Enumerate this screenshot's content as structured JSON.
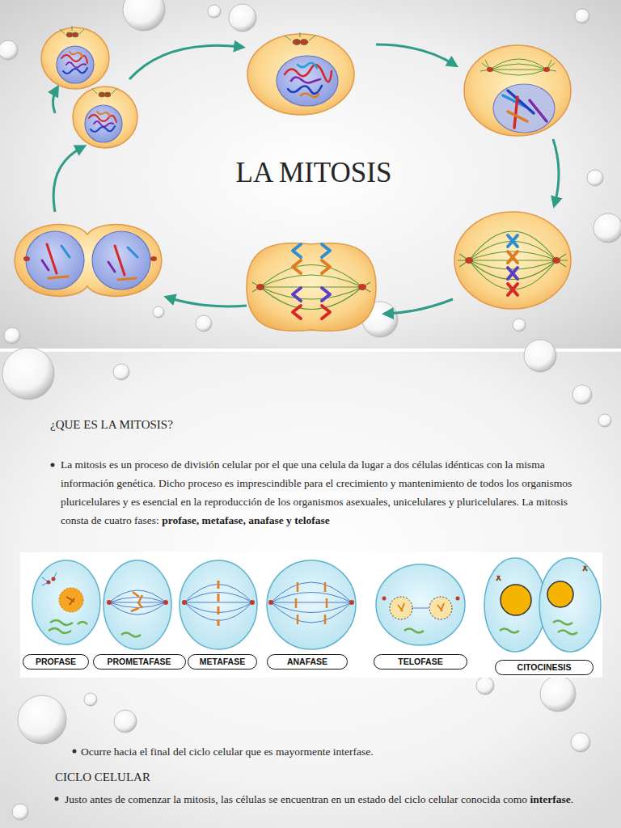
{
  "diagram": {
    "title": "LA MITOSIS",
    "nodes": [
      {
        "text": [
          "PROFASE"
        ]
      },
      {
        "text": [
          "PROMETAFASE"
        ]
      },
      {
        "text": [
          "METAFASE"
        ]
      },
      {
        "text": [
          "ANAFASE"
        ]
      },
      {
        "text": [
          "TELOFASE"
        ]
      },
      {
        "text": [
          "CITOCINESIS"
        ]
      }
    ],
    "labels": [
      "¿QUE ES LA MITOSIS?",
      "La mitosis es un proceso de división celular por el que una celula da lugar a dos células idénticas con la misma información genética. Dicho proceso es imprescindible para el crecimiento y mantenimiento de todos los organismos pluricelulares y es esencial en la reproducción de los organismos asexuales, unicelulares y pluricelulares. La mitosis consta de cuatro fases:",
      "profase, metafase, anafase y telofase",
      "Ocurre hacia el final del ciclo celular que es mayormente interfase.",
      "CICLO CELULAR",
      "Justo antes de comenzar la mitosis, las células se encuentran en un estado del ciclo celular conocida como",
      "interfase",
      "."
    ]
  }
}
